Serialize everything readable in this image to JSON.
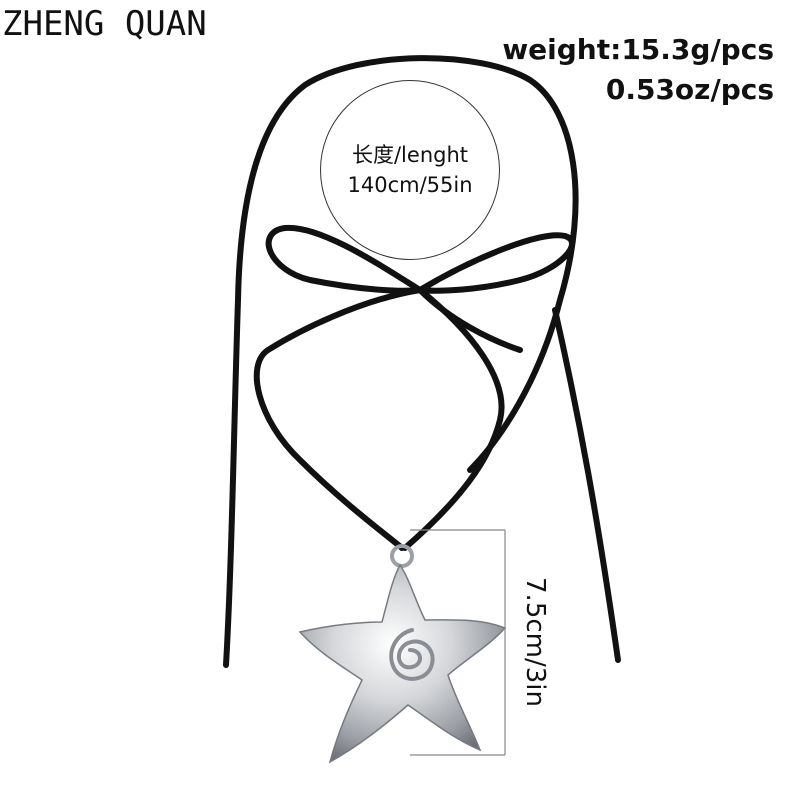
{
  "brand": "ZHENG QUAN",
  "weight": {
    "line1": "weight:15.3g/pcs",
    "line2": "0.53oz/pcs"
  },
  "length": {
    "label": "长度/lenght",
    "value": "140cm/55in"
  },
  "pendant_size": "7.5cm/3in",
  "colors": {
    "cord": "#111111",
    "pendant": "#c7c9cc",
    "text": "#111111"
  }
}
